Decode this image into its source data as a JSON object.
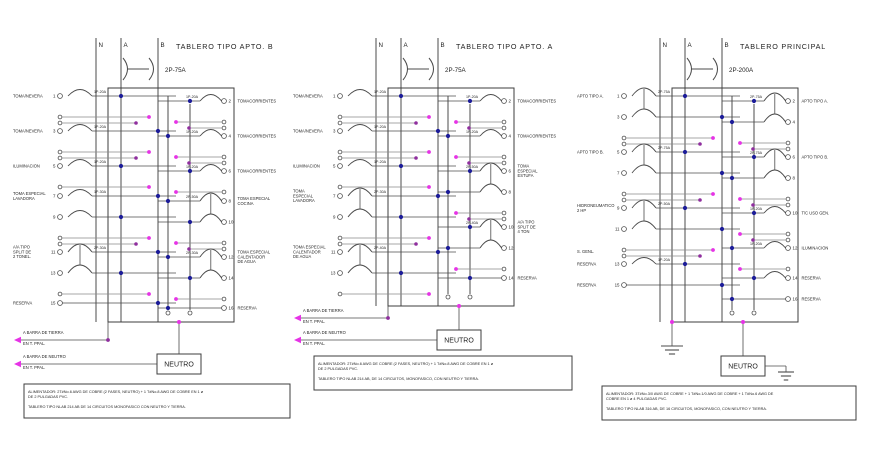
{
  "colors": {
    "line": "#4b4b4b",
    "light": "#8a8a8a",
    "box": "#3d3d3d",
    "text": "#1f1f1f",
    "junction_blue": "#1c1c99",
    "junction_magenta": "#e633e6",
    "junction_purple": "#8f2e9e",
    "background": "#ffffff"
  },
  "panels": [
    {
      "id": "tablero-tipo-apto-b",
      "bus_labels": [
        "N",
        "A",
        "B"
      ],
      "title": "TABLERO TIPO APTO. B",
      "main_breaker": "2P-75A",
      "left": [
        {
          "t": "c",
          "n": "1",
          "l": [
            "TOMA/NEVERA"
          ],
          "b": "1P-20A",
          "p": "1"
        },
        {
          "t": "s2"
        },
        {
          "t": "c",
          "n": "3",
          "l": [
            "TOMA/NEVERA"
          ],
          "b": "1P-20A",
          "p": "1"
        },
        {
          "t": "s2"
        },
        {
          "t": "c",
          "n": "5",
          "l": [
            "ILUMINACION"
          ],
          "b": "1P-20A",
          "p": "1"
        },
        {
          "t": "s1"
        },
        {
          "t": "c",
          "n": "7",
          "l": [
            "TOMA ESPECIAL",
            "LAVADORA"
          ],
          "b": "1P-30A",
          "p": "1"
        },
        {
          "t": "c",
          "n": "9",
          "l": [],
          "b": "",
          "p": "1"
        },
        {
          "t": "s2"
        },
        {
          "t": "c",
          "n": "11",
          "l": [
            "A/A TIPO",
            "SPLIT DE",
            "2 TONEL."
          ],
          "b": "2P-30A",
          "p": "2a"
        },
        {
          "t": "c",
          "n": "13",
          "l": [],
          "b": "",
          "p": "2b"
        },
        {
          "t": "s1"
        },
        {
          "t": "c",
          "n": "15",
          "l": [
            "RESERVA"
          ],
          "b": "",
          "p": "0"
        }
      ],
      "right": [
        {
          "t": "c",
          "n": "2",
          "l": [
            "TOMACORRIENTES"
          ],
          "b": "1P-20A",
          "p": "1"
        },
        {
          "t": "s2"
        },
        {
          "t": "c",
          "n": "4",
          "l": [
            "TOMACORRIENTES"
          ],
          "b": "1P-20A",
          "p": "1"
        },
        {
          "t": "s2"
        },
        {
          "t": "c",
          "n": "6",
          "l": [
            "TOMACORRIENTES"
          ],
          "b": "1P-20A",
          "p": "1"
        },
        {
          "t": "s1"
        },
        {
          "t": "c",
          "n": "8",
          "l": [
            "TOMA ESPECIAL",
            "COCINA"
          ],
          "b": "2P-50A",
          "p": "2a"
        },
        {
          "t": "c",
          "n": "10",
          "l": [],
          "b": "",
          "p": "2b"
        },
        {
          "t": "s2"
        },
        {
          "t": "c",
          "n": "12",
          "l": [
            "TOMA ESPECIAL",
            "CALENTADOR",
            "DE AGUA"
          ],
          "b": "2P-30A",
          "p": "2a"
        },
        {
          "t": "c",
          "n": "14",
          "l": [],
          "b": "",
          "p": "2b"
        },
        {
          "t": "s1"
        },
        {
          "t": "c",
          "n": "16",
          "l": [
            "RESERVA"
          ],
          "b": "",
          "p": "0"
        }
      ],
      "annotations": {
        "tierra": [
          "A BARRA DE TIERRA",
          "EN T. PPAL."
        ],
        "neutro": [
          "A BARRA DE NEUTRO",
          "EN T. PPAL."
        ],
        "neutro_box": "NEUTRO"
      },
      "notes": [
        "ALIMENTADOR: 2T#No.6 AWG DE COBRE (2 FASES, NEUTRO) + 1 T#No.8 AWG DE COBRE EN 1 ø",
        "DE 2 PULGADAS PVC.",
        "TABLERO TIPO NLAB 214 AB DE 14 CIRCUITOS MONOFASICO CON NEUTRO Y TIERRA."
      ]
    },
    {
      "id": "tablero-tipo-apto-a",
      "bus_labels": [
        "N",
        "A",
        "B"
      ],
      "title": "TABLERO TIPO APTO. A",
      "main_breaker": "2P-75A",
      "left": [
        {
          "t": "c",
          "n": "1",
          "l": [
            "TOMA/NEVERA"
          ],
          "b": "1P-20A",
          "p": "1"
        },
        {
          "t": "s2"
        },
        {
          "t": "c",
          "n": "3",
          "l": [
            "TOMA/NEVERA"
          ],
          "b": "1P-20A",
          "p": "1"
        },
        {
          "t": "s2"
        },
        {
          "t": "c",
          "n": "5",
          "l": [
            "ILUMINACION"
          ],
          "b": "1P-20A",
          "p": "1"
        },
        {
          "t": "s1"
        },
        {
          "t": "c",
          "n": "7",
          "l": [
            "TOMA",
            "ESPECIAL",
            "LAVADORA"
          ],
          "b": "2P-30A",
          "p": "2a"
        },
        {
          "t": "c",
          "n": "9",
          "l": [],
          "b": "",
          "p": "2b"
        },
        {
          "t": "s2"
        },
        {
          "t": "c",
          "n": "11",
          "l": [
            "TOMA ESPECIAL",
            "CALENTADOR",
            "DE AGUA"
          ],
          "b": "2P-40A",
          "p": "2a"
        },
        {
          "t": "c",
          "n": "13",
          "l": [],
          "b": "",
          "p": "2b"
        },
        {
          "t": "s1"
        }
      ],
      "right": [
        {
          "t": "c",
          "n": "2",
          "l": [
            "TOMACORRIENTES"
          ],
          "b": "1P-20A",
          "p": "1"
        },
        {
          "t": "s2"
        },
        {
          "t": "c",
          "n": "4",
          "l": [
            "TOMACORRIENTES"
          ],
          "b": "1P-20A",
          "p": "1"
        },
        {
          "t": "s2"
        },
        {
          "t": "c",
          "n": "6",
          "l": [
            "TOMA",
            "ESPECIAL",
            "ESTUFA"
          ],
          "b": "2P-50A",
          "p": "2a"
        },
        {
          "t": "c",
          "n": "8",
          "l": [],
          "b": "",
          "p": "2b"
        },
        {
          "t": "s2"
        },
        {
          "t": "c",
          "n": "10",
          "l": [
            "A/A TIPO",
            "SPLIT DE",
            "4 TON"
          ],
          "b": "2P-40A",
          "p": "2a"
        },
        {
          "t": "c",
          "n": "12",
          "l": [],
          "b": "",
          "p": "2b"
        },
        {
          "t": "s1"
        },
        {
          "t": "c",
          "n": "14",
          "l": [
            "RESERVA"
          ],
          "b": "",
          "p": "0"
        }
      ],
      "annotations": {
        "tierra": [
          "A BARRA DE TIERRA",
          "EN T. PPAL."
        ],
        "neutro": [
          "A BARRA DE NEUTRO",
          "EN T. PPAL."
        ],
        "neutro_box": "NEUTRO"
      },
      "notes": [
        "ALIMENTADOR: 2T#No.6 AWG DE COBRE (2 FASES, NEUTRO) + 1 T#No.8 AWG DE COBRE EN 1 ø",
        "DE 2 PULGADAS PVC.",
        "TABLERO TIPO NLAB 214 AB, DE 14 CIRCUITOS, MONOFASICO, CON NEUTRO Y TIERRA."
      ]
    },
    {
      "id": "tablero-principal",
      "bus_labels": [
        "N",
        "A",
        "B"
      ],
      "title": "TABLERO PRINCIPAL",
      "main_breaker": "2P-200A",
      "left": [
        {
          "t": "c",
          "n": "1",
          "l": [
            "APTO TIPO A."
          ],
          "b": "2P-75A",
          "p": "2a"
        },
        {
          "t": "c",
          "n": "3",
          "l": [],
          "b": "",
          "p": "2b"
        },
        {
          "t": "s2"
        },
        {
          "t": "c",
          "n": "5",
          "l": [
            "APTO TIPO B."
          ],
          "b": "2P-75A",
          "p": "2a"
        },
        {
          "t": "c",
          "n": "7",
          "l": [],
          "b": "",
          "p": "2b"
        },
        {
          "t": "s2"
        },
        {
          "t": "c",
          "n": "9",
          "l": [
            "HIDRONEUMATICO",
            "2 HP"
          ],
          "b": "2P-50A",
          "p": "2a"
        },
        {
          "t": "c",
          "n": "11",
          "l": [],
          "b": "",
          "p": "2b"
        },
        {
          "t": "s2",
          "l": [
            "S. GENL."
          ]
        },
        {
          "t": "c",
          "n": "13",
          "l": [
            "RESERVA"
          ],
          "b": "1P-20A",
          "p": "1"
        },
        {
          "t": "c",
          "n": "15",
          "l": [
            "RESERVA"
          ],
          "b": "",
          "p": "0"
        }
      ],
      "right": [
        {
          "t": "c",
          "n": "2",
          "l": [
            "APTO TIPO A."
          ],
          "b": "2P-75A",
          "p": "2a"
        },
        {
          "t": "c",
          "n": "4",
          "l": [],
          "b": "",
          "p": "2b"
        },
        {
          "t": "s2"
        },
        {
          "t": "c",
          "n": "6",
          "l": [
            "APTO TIPO B."
          ],
          "b": "2P-75A",
          "p": "2a"
        },
        {
          "t": "c",
          "n": "8",
          "l": [],
          "b": "",
          "p": "2b"
        },
        {
          "t": "s2"
        },
        {
          "t": "c",
          "n": "10",
          "l": [
            "T/C USO GEN."
          ],
          "b": "1P-20A",
          "p": "1"
        },
        {
          "t": "s2"
        },
        {
          "t": "c",
          "n": "12",
          "l": [
            "ILUMINACION"
          ],
          "b": "1P-20A",
          "p": "1"
        },
        {
          "t": "s1"
        },
        {
          "t": "c",
          "n": "14",
          "l": [
            "RESERVA"
          ],
          "b": "",
          "p": "1"
        },
        {
          "t": "c",
          "n": "16",
          "l": [
            "RESERVA"
          ],
          "b": "",
          "p": "0"
        }
      ],
      "annotations": {
        "neutro_box": "NEUTRO"
      },
      "notes": [
        "ALIMENTADOR: 3T#No.3/0 AWG DE COBRE + 1 T#No.1/0 AWG DE COBRE + 1 T#No.6 AWG DE",
        "COBRE EN 1 ø 4 PULGADAS PVC.",
        "TABLERO TIPO NLAB 316 AB, DE 16 CIRCUITOS, MONOFASICO, CON NEUTRO Y TIERRA."
      ]
    }
  ]
}
